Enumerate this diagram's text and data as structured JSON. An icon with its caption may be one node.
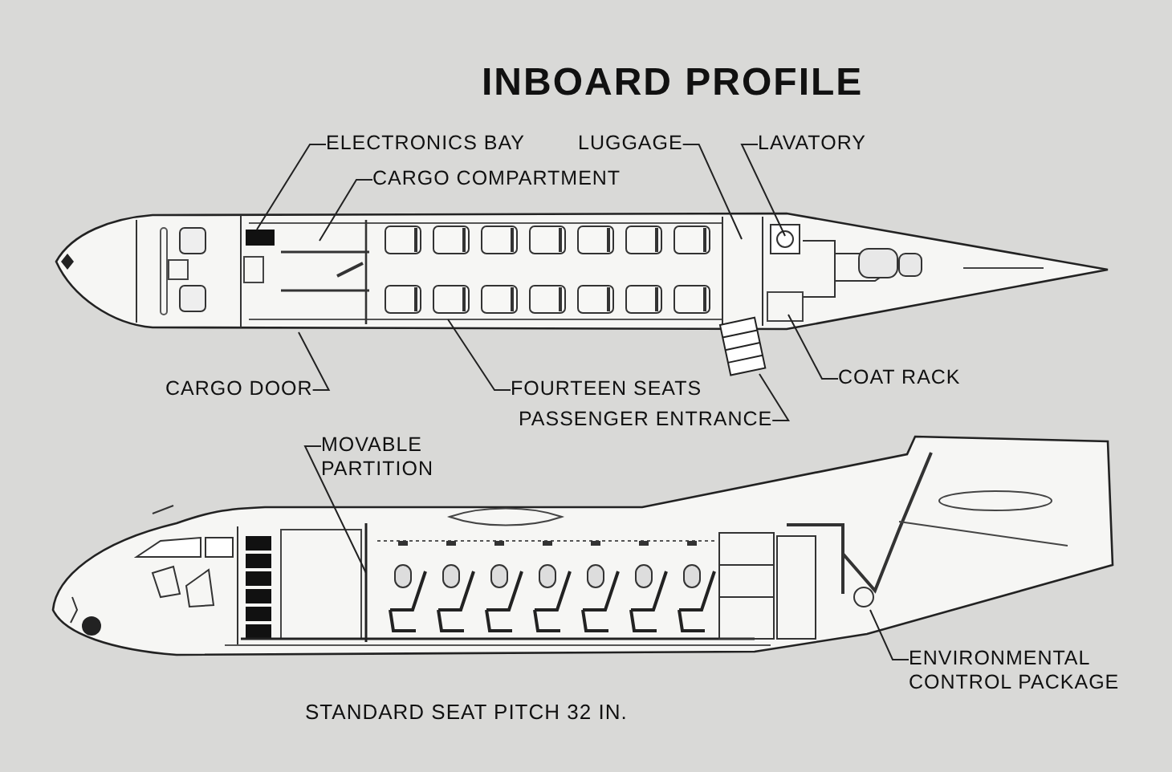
{
  "diagram": {
    "title": "INBOARD PROFILE",
    "nodes": [
      {
        "text": [
          "ELECTRONICS BAY"
        ]
      },
      {
        "text": [
          "CARGO COMPARTMENT"
        ]
      },
      {
        "text": [
          "LUGGAGE"
        ]
      },
      {
        "text": [
          "LAVATORY"
        ]
      },
      {
        "text": [
          "CARGO DOOR"
        ]
      },
      {
        "text": [
          "FOURTEEN SEATS"
        ]
      },
      {
        "text": [
          "PASSENGER ENTRANCE"
        ]
      },
      {
        "text": [
          "COAT RACK"
        ]
      },
      {
        "text": [
          "MOVABLE PARTITION"
        ]
      },
      {
        "text": [
          "ENVIRONMENTAL CONTROL PACKAGE"
        ]
      }
    ],
    "edges": [
      {
        "from": 0,
        "to": null,
        "arrow": "none"
      },
      {
        "from": 1,
        "to": null,
        "arrow": "none"
      },
      {
        "from": 2,
        "to": null,
        "arrow": "none"
      },
      {
        "from": 3,
        "to": null,
        "arrow": "none"
      },
      {
        "from": 4,
        "to": null,
        "arrow": "none"
      },
      {
        "from": 5,
        "to": null,
        "arrow": "none"
      },
      {
        "from": 6,
        "to": null,
        "arrow": "none"
      },
      {
        "from": 7,
        "to": null,
        "arrow": "none"
      },
      {
        "from": 8,
        "to": null,
        "arrow": "none"
      },
      {
        "from": 9,
        "to": null,
        "arrow": "none"
      }
    ],
    "labels": [
      "STANDARD SEAT PITCH 32 IN."
    ]
  }
}
